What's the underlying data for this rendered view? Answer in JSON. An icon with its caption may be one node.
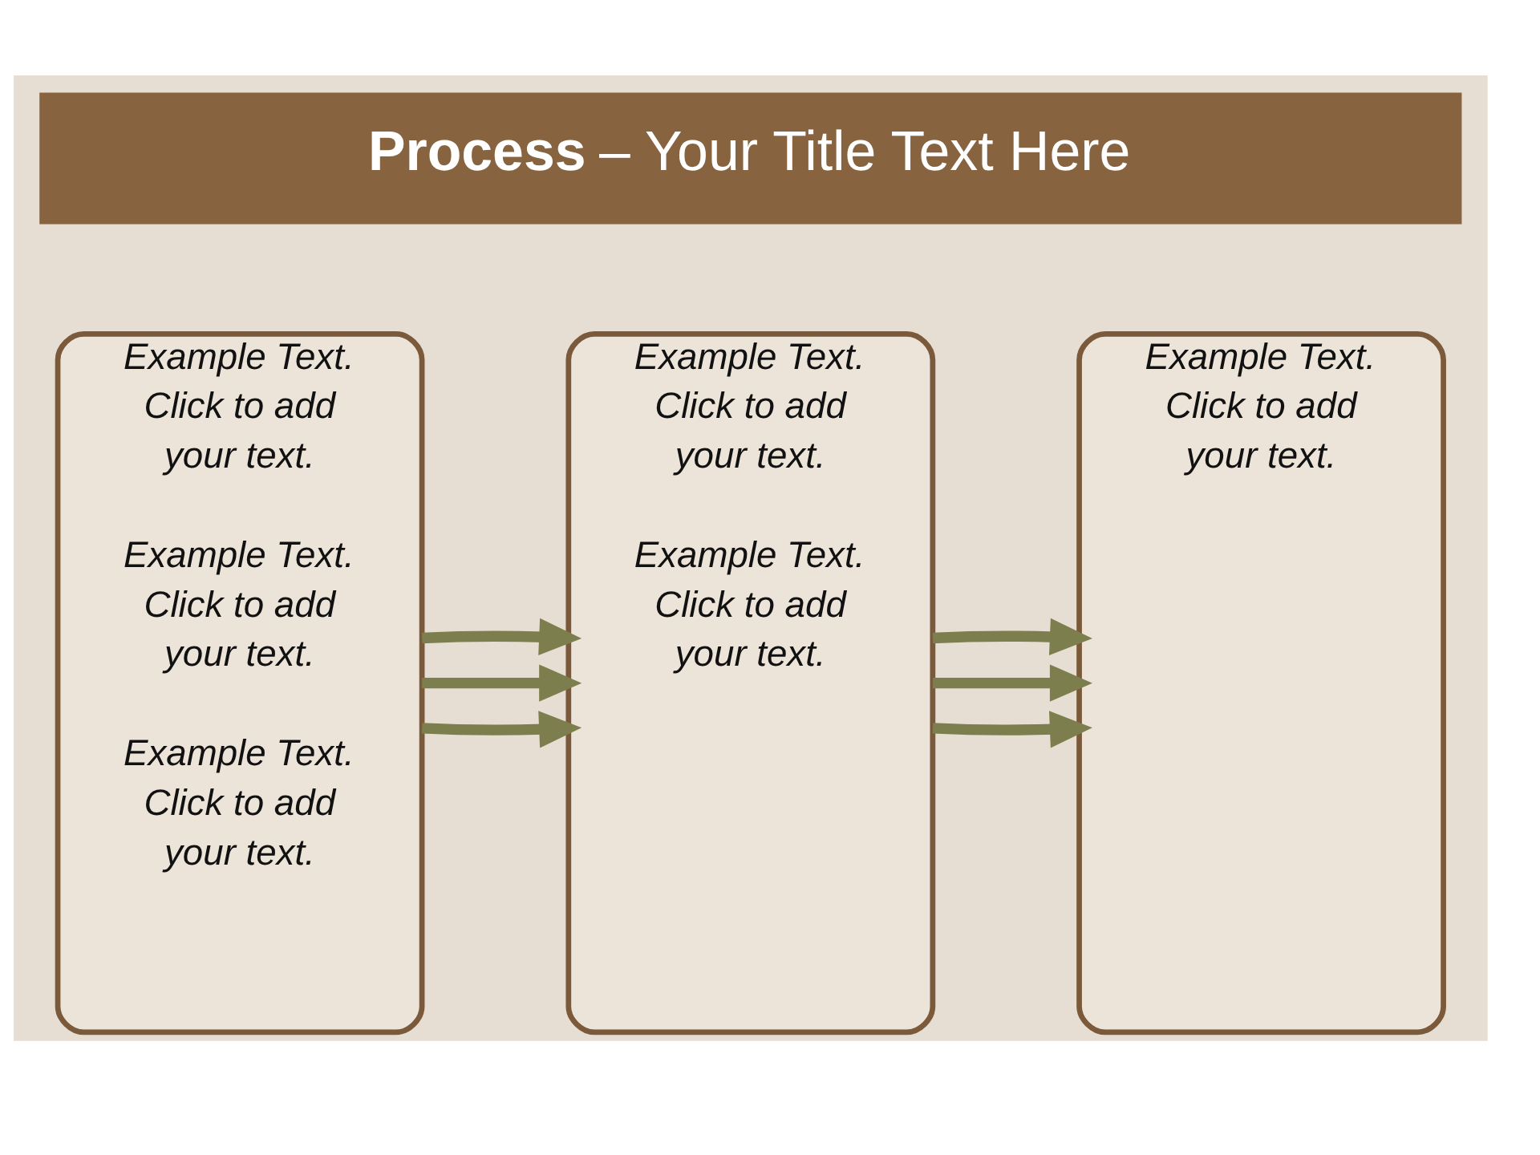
{
  "diagram": {
    "title": "**Process** – Your Title Text Here",
    "nodes": [
      {
        "text": [
          "Example Text. Click to add your text.",
          "Example Text. Click to add your text.",
          "Example Text. Click to add your text."
        ]
      },
      {
        "text": [
          "Example Text. Click to add your text.",
          "Example Text. Click to add your text."
        ]
      },
      {
        "text": [
          "Example Text. Click to add your text."
        ]
      }
    ],
    "edges": [
      {
        "from": 0,
        "to": 1,
        "arrow": "to"
      },
      {
        "from": 0,
        "to": 1,
        "arrow": "to"
      },
      {
        "from": 0,
        "to": 1,
        "arrow": "to"
      },
      {
        "from": 1,
        "to": 2,
        "arrow": "to"
      },
      {
        "from": 1,
        "to": 2,
        "arrow": "to"
      },
      {
        "from": 1,
        "to": 2,
        "arrow": "to"
      }
    ]
  }
}
